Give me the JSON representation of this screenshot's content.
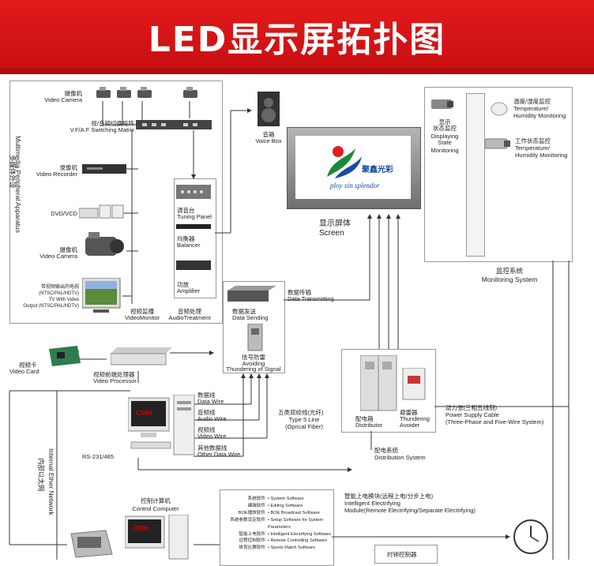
{
  "banner": {
    "title": "LED显示屏拓扑图"
  },
  "peripheral": {
    "vertical_label_en": "Multimedia Peripheral Apparatus",
    "vertical_label_cn": "多媒体外设",
    "camera_cn": "摄像机",
    "camera_en": "Video Camera",
    "switch_cn": "视/音频切换矩阵",
    "switch_en": "V.F/A.F Switching Matrix",
    "recorder_cn": "录像机",
    "recorder_en": "Video Recorder",
    "dvd": "DVD/VCD",
    "camera2_cn": "摄像机",
    "camera2_en": "Video Camera",
    "tv_cn": "带视频输出的电视",
    "tv_en1": "(NTSC/PAL/HDTV)",
    "tv_en2": "TV With Video",
    "tv_en3": "Output (NTSC/PAL/HDTV)",
    "monitor_cn": "视频监播",
    "monitor_en": "VideoMonitor",
    "audio_cn": "音频处理",
    "audio_en": "AudioTreatment",
    "tuning_cn": "调音台",
    "tuning_en": "Tuning Panel",
    "balancer_cn": "均衡器",
    "balancer_en": "Balancer",
    "amplifier_cn": "功放",
    "amplifier_en": "Amplifier"
  },
  "voice_box": {
    "cn": "音箱",
    "en": "Voice Box"
  },
  "screen": {
    "cn": "显示屏体",
    "en": "Screen",
    "logo_cn": "聚鑫光彩",
    "logo_en": "ploy xin splendor"
  },
  "monitoring": {
    "state_cn1": "显示",
    "state_cn2": "状态监控",
    "state_en1": "Displaying",
    "state_en2": "State",
    "state_en3": "Monitoring",
    "temp_cn": "温度/湿度监控",
    "temp_en1": "Temperature/",
    "temp_en2": "Humidity Monitoring",
    "work_cn": "工作状态监控",
    "work_en1": "Temperature/",
    "work_en2": "Humidity Monitoring",
    "system_cn": "监控系统",
    "system_en": "Monitoring System"
  },
  "transmit": {
    "data_trans_cn": "数据传输",
    "data_trans_en": "Data Transmitting",
    "data_send_cn": "数据发送",
    "data_send_en": "Data Sending",
    "thunder_cn": "信号防雷",
    "thunder_en1": "Avoiding",
    "thunder_en2": "Thundering of Signal"
  },
  "video": {
    "card_cn": "视频卡",
    "card_en": "Video Card",
    "processor_cn": "视频前端处理器",
    "processor_en": "Video Processor"
  },
  "wires": {
    "data_cn": "数据线",
    "data_en": "Data Wire",
    "audio_cn": "音频线",
    "audio_en": "Audio Wire",
    "video_cn": "视频线",
    "video_en": "Video Wire",
    "other_cn": "其他数据线",
    "other_en": "Other Data Wire",
    "type5_cn": "五类双绞线(光纤)",
    "type5_en1": "Type 5 Line",
    "type5_en2": "(Oprical Fiber)",
    "rs": "RS-231/485"
  },
  "network": {
    "en": "Internal Ether Network",
    "cn": "内部以太网"
  },
  "power": {
    "distributor_cn": "配电箱",
    "distributor_en": "Distributor",
    "thunder_cn": "避雷器",
    "thunder_en1": "Thundering",
    "thunder_en2": "Avoider",
    "cable_cn": "动力张(三相五线制)",
    "cable_en1": "Power Supply Cable",
    "cable_en2": "(Three-Phase and Five-Wire System)",
    "dist_sys_cn": "配电系统",
    "dist_sys_en": "Distribution System",
    "smart_cn": "智能上电模块(远程上电/分步上电)",
    "smart_en1": "Intelligent Electrifying",
    "smart_en2": "Module(Remote Electrifying/Separate Electrifying)",
    "clock_cn": "时钟控制器"
  },
  "control": {
    "cn": "控制计算机",
    "en": "Control Computer",
    "brand": "CMH"
  },
  "software": [
    {
      "cn": "系统软件",
      "en": "System Software"
    },
    {
      "cn": "编辑软件",
      "en": "Editing Software"
    },
    {
      "cn": "BOE播放软件",
      "en": "BOE Broadcast Software"
    },
    {
      "cn": "系统参数设定软件",
      "en": "Setup Software for System"
    },
    {
      "cn": "",
      "en": "Parameters"
    },
    {
      "cn": "智能上电软件",
      "en": "Intelligent Electrifying Software"
    },
    {
      "cn": "远程控制软件",
      "en": "Remote Controlling Software"
    },
    {
      "cn": "体育比赛软件",
      "en": "Sports Match Software"
    }
  ]
}
